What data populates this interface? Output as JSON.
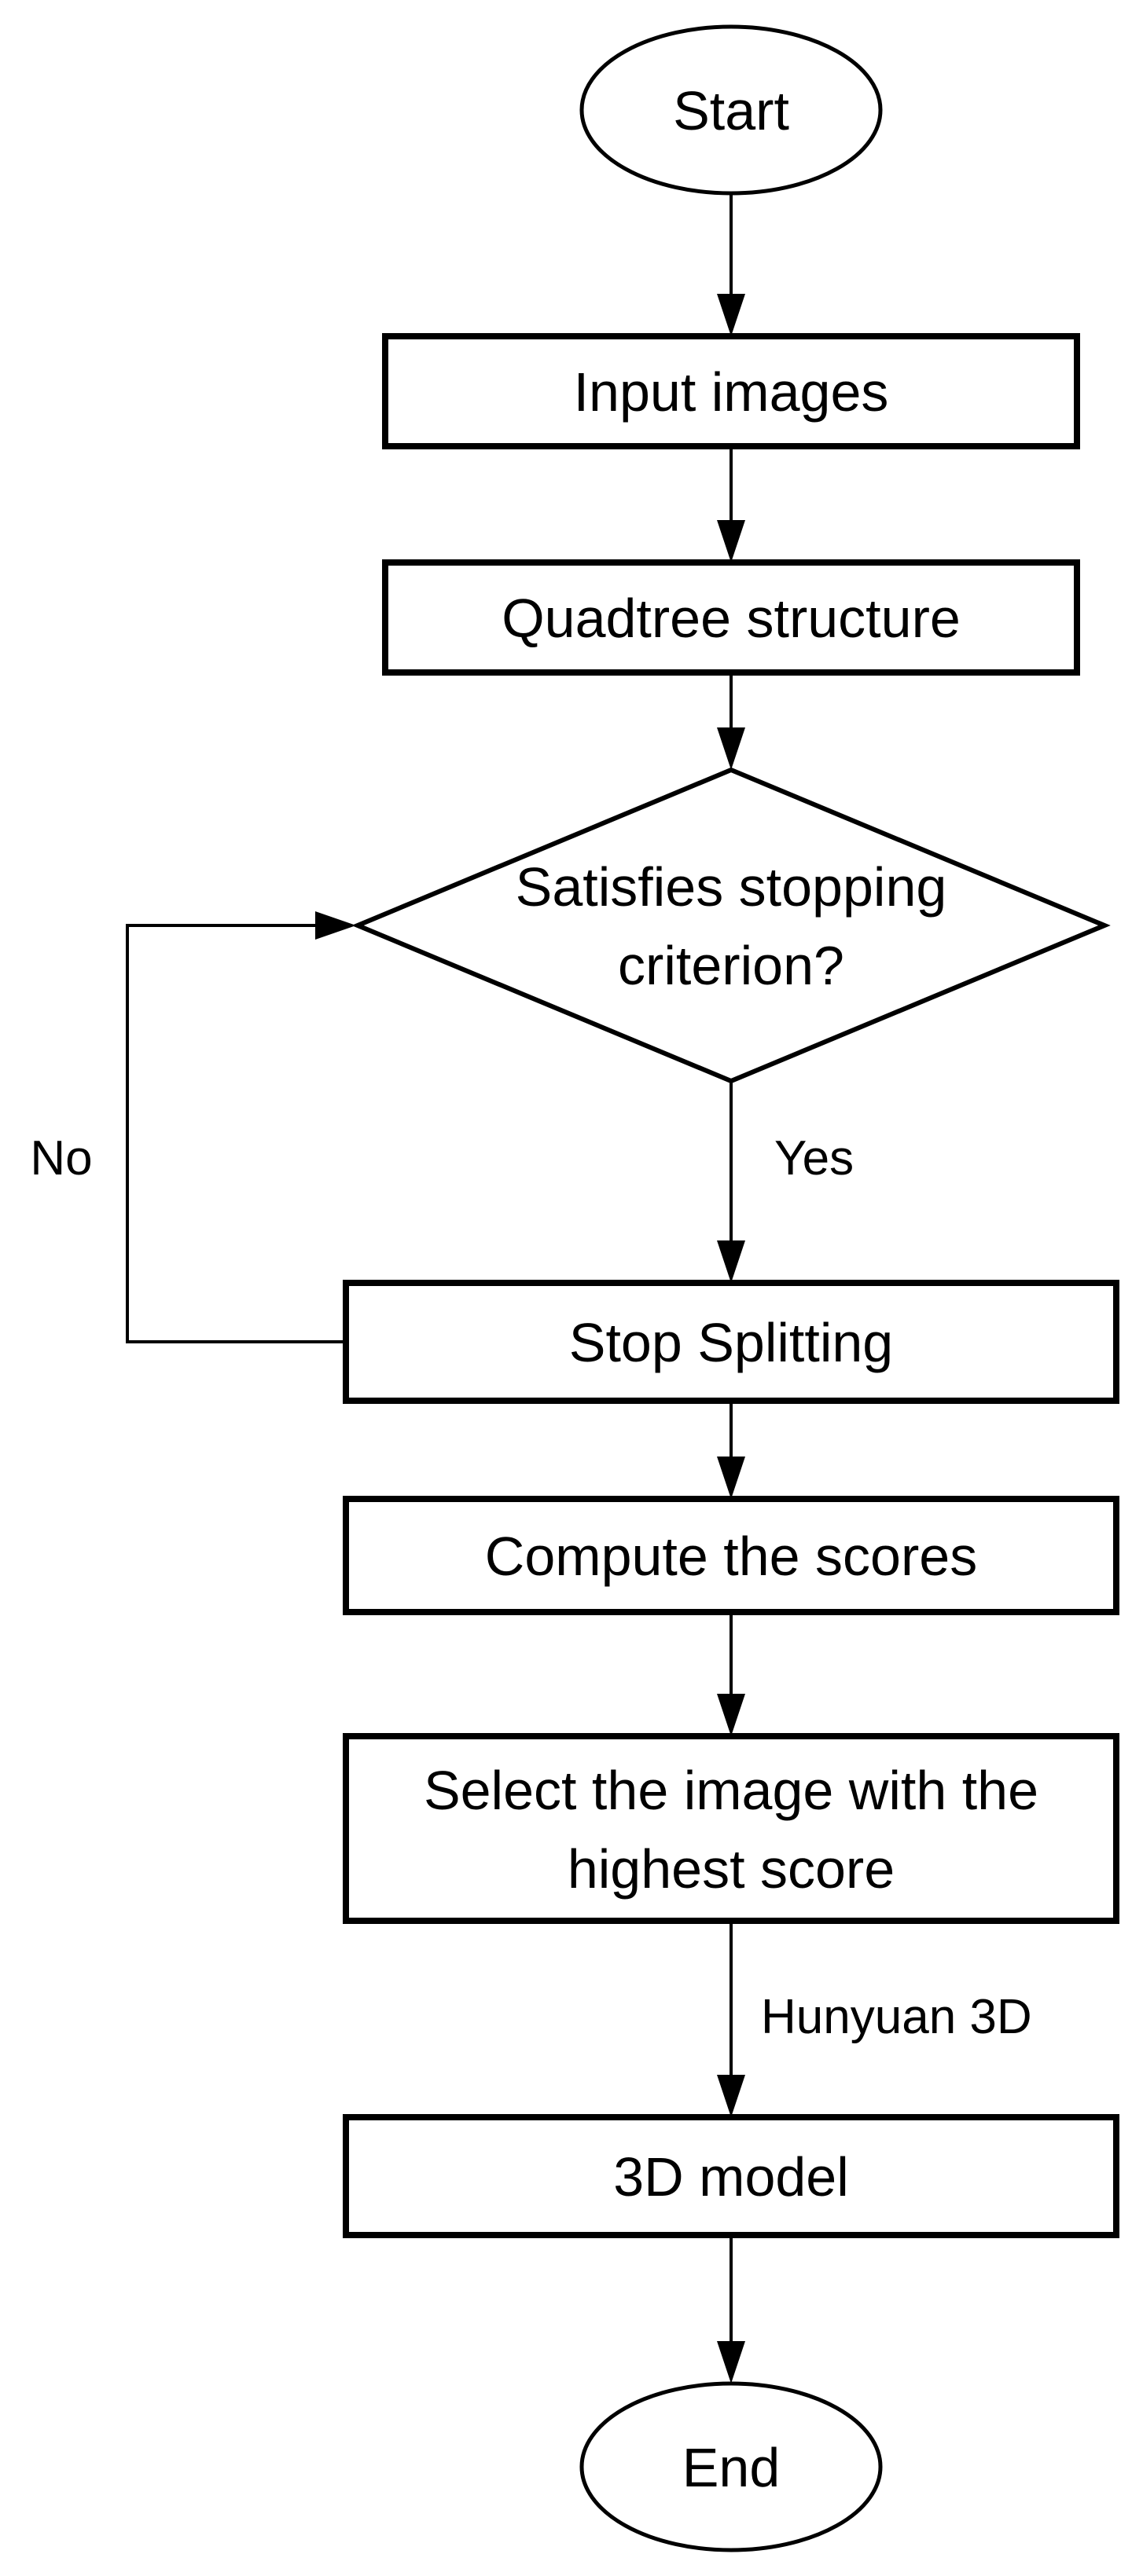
{
  "flowchart": {
    "colors": {
      "stroke": "#000000",
      "background": "#ffffff",
      "text": "#000000"
    },
    "nodes": [
      {
        "id": "start",
        "shape": "ellipse",
        "label": "Start"
      },
      {
        "id": "input-images",
        "shape": "process",
        "label": "Input images"
      },
      {
        "id": "quadtree-structure",
        "shape": "process",
        "label": "Quadtree structure"
      },
      {
        "id": "stopping-criterion",
        "shape": "decision",
        "label": "Satisfies stopping criterion?",
        "label_line1": "Satisfies stopping",
        "label_line2": "criterion?"
      },
      {
        "id": "stop-splitting",
        "shape": "process",
        "label": "Stop Splitting"
      },
      {
        "id": "compute-scores",
        "shape": "process",
        "label": "Compute the scores"
      },
      {
        "id": "select-image",
        "shape": "process",
        "label": "Select the image with the highest score",
        "label_line1": "Select the image with the",
        "label_line2": "highest score"
      },
      {
        "id": "3d-model",
        "shape": "process",
        "label": "3D model"
      },
      {
        "id": "end",
        "shape": "ellipse",
        "label": "End"
      }
    ],
    "edge_labels": {
      "no": "No",
      "yes": "Yes",
      "hunyuan_3d": "Hunyuan 3D"
    }
  }
}
